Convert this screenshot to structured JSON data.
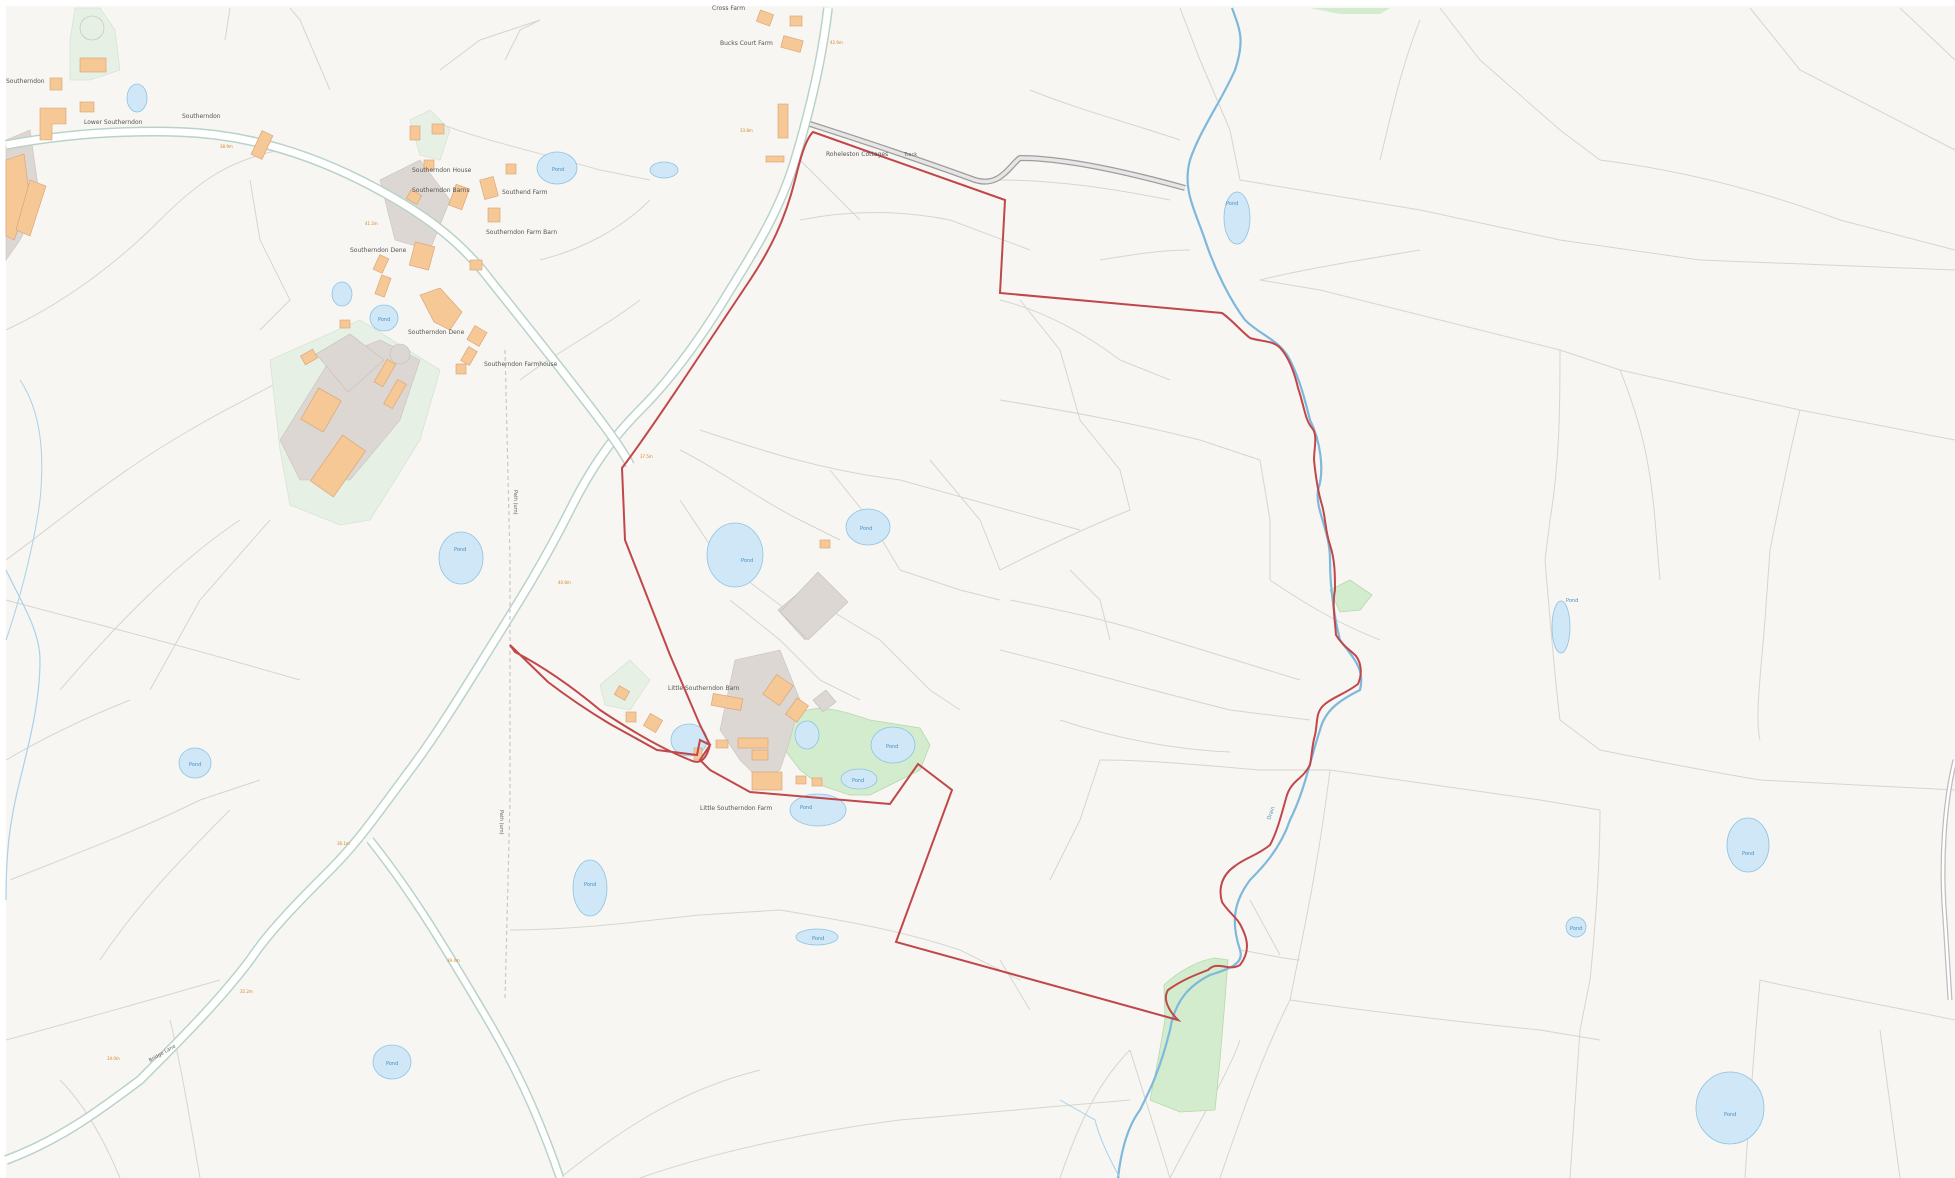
{
  "map": {
    "colors": {
      "paper": "#f7f6f2",
      "field_line": "#d6d6d0",
      "road_fill": "#ffffff",
      "road_edge": "#b9d3c8",
      "building": "#f6c896",
      "building_edge": "#d8a070",
      "yard": "#dcd7d2",
      "garden": "#e6f0e4",
      "water": "#cfe7f6",
      "water_edge": "#8ec3e3",
      "stream": "#7fb8dd",
      "woodland": "#d3eccd",
      "boundary": "#c0474a",
      "track": "#b9b9b9"
    },
    "labels": {
      "farm_top_right": "Southend Farm",
      "cottages": "Roheleston Cottages",
      "farm_middle": "Southerndon Dene",
      "farm_upper": "Southerndon House",
      "farm_house": "Southerndon Farmhouse",
      "farm_barn": "Southerndon Barns",
      "farm_cotts": "Southerndon Farm Barn",
      "farm_east": "Southerndon",
      "farm_low": "Southerndon Dene",
      "little_farm": "Little Southerndon Farm",
      "little_close": "Little Southerndon Barn",
      "track_label": "Track",
      "path_label_1": "Path (um)",
      "path_label_2": "Path (um)",
      "drain_label": "Drain",
      "top_left_name": "Southerndon",
      "top_left_house": "Lower Southerndon",
      "top_farm": "Cross Farm",
      "top_farm_2": "Bucks Court Farm",
      "road_label": "Bridge Lane"
    },
    "ponds": {
      "label": "Pond"
    },
    "heights": [
      "38.9m",
      "41.2m",
      "37.5m",
      "40.8m",
      "36.1m",
      "39.4m",
      "35.2m",
      "34.0m",
      "42.6m",
      "33.8m"
    ]
  }
}
